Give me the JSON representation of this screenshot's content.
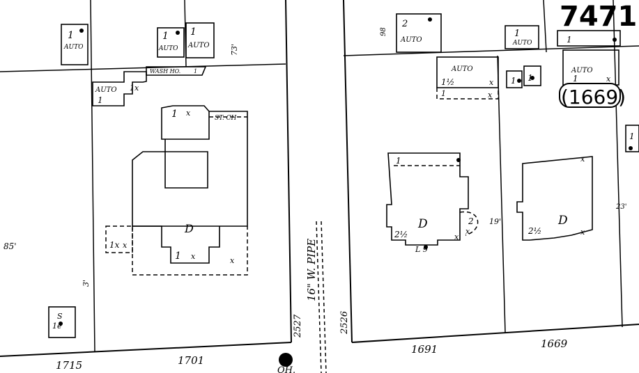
{
  "sheet": {
    "sheet_number": "7471",
    "block_number": "(1669)"
  },
  "street": {
    "pipe_label": "16\" W. PIPE",
    "marker_left": "2527",
    "marker_right": "2526",
    "hydrant_label": "OH."
  },
  "addresses": {
    "a1715": "1715",
    "a1701": "1701",
    "a1691": "1691",
    "a1669": "1669"
  },
  "left_block": {
    "garage1_story": "1",
    "garage1_use": "AUTO",
    "garage2_story": "1",
    "garage2_use": "AUTO",
    "garage3_story": "1",
    "garage3_use": "AUTO",
    "wash_house": "WASH HO.",
    "wash_story": "1",
    "auto_shed_use": "AUTO",
    "auto_shed_story": "1",
    "mark_1x_a": "1x",
    "st_ch": "ST. CH",
    "house_story_top": "1",
    "house_d": "D",
    "house_story_bottom": "1",
    "mark_1x_b": "1x",
    "dim_85": "85'",
    "dim_73": "73'",
    "dim_3": "3'",
    "corner_label_top": "S",
    "corner_label_bottom": "1e"
  },
  "right_block": {
    "garage_2_story": "2",
    "garage_2_use": "AUTO",
    "garage_a_story": "1",
    "garage_a_use": "AUTO",
    "mark_98": "98",
    "auto_left_use": "AUTO",
    "auto_left_story": "1½",
    "auto_left_story2": "1",
    "small_1_a": "1",
    "small_1_b": "1",
    "auto_right_use": "AUTO",
    "auto_right_story": "1",
    "top_right_story": "1",
    "house1_d": "D",
    "house1_story": "2½",
    "house1_top": "1",
    "house1_porch": "2",
    "house1_bottom": "L 9",
    "house2_d": "D",
    "house2_story": "2½",
    "dim_19": "19'",
    "dim_23": "23'",
    "far_right_story": "1"
  }
}
